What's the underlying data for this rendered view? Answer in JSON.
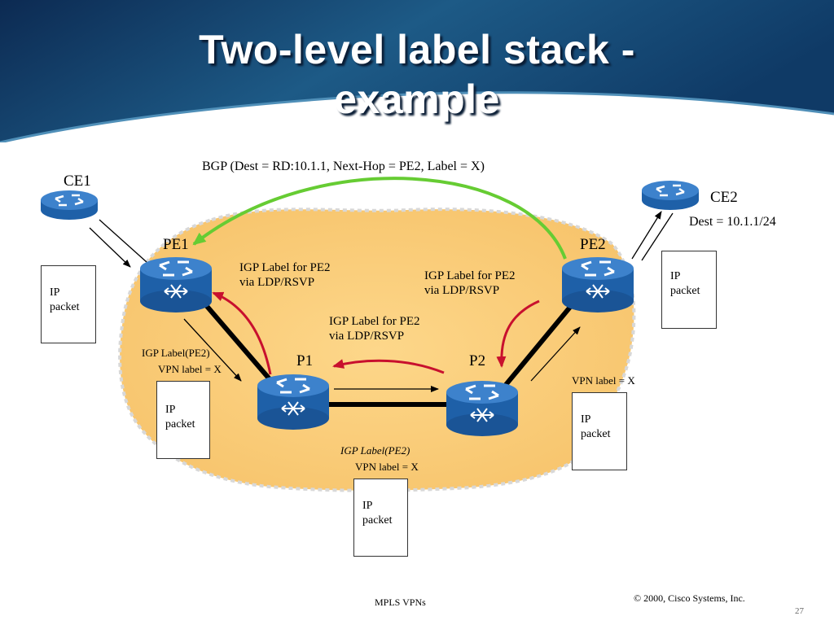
{
  "slide": {
    "title_line1": "Two-level label stack -",
    "title_line2": "example"
  },
  "nodes": {
    "ce1": "CE1",
    "ce2": "CE2",
    "pe1": "PE1",
    "pe2": "PE2",
    "p1": "P1",
    "p2": "P2"
  },
  "annotations": {
    "bgp": "BGP (Dest = RD:10.1.1, Next-Hop = PE2, Label = X)",
    "ce2_dest": "Dest = 10.1.1/24",
    "igp_pe1": [
      "IGP Label for PE2",
      "via LDP/RSVP"
    ],
    "igp_pe2": [
      "IGP Label for PE2",
      "via LDP/RSVP"
    ],
    "igp_mid": [
      "IGP Label for PE2",
      "via LDP/RSVP"
    ],
    "pe1_p1_igp": "IGP Label(PE2)",
    "pe1_p1_vpn": "VPN label = X",
    "p1_p2_igp": "IGP Label(PE2)",
    "p1_p2_vpn": "VPN label = X",
    "p2_pe2_vpn": "VPN label = X"
  },
  "packets": {
    "ce1_pe1": "IP\npacket",
    "pe1_p1": "IP\npacket",
    "p1_p2": "IP\npacket",
    "p2_pe2": "IP\npacket",
    "pe2_ce2": "IP\npacket"
  },
  "footer": {
    "left": "MPLS VPNs",
    "right": "© 2000, Cisco Systems, Inc.",
    "page": "27"
  }
}
